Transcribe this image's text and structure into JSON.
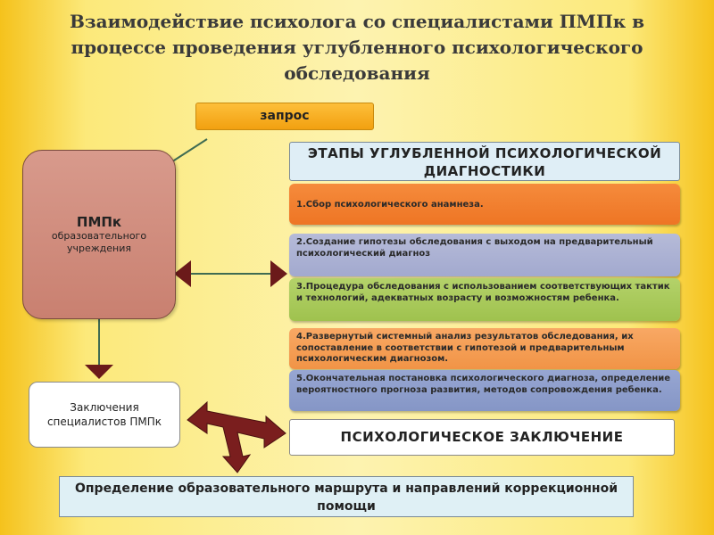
{
  "title": "Взаимодействие психолога со специалистами ПМПк в процессе проведения углубленного психологического обследования",
  "request": "запрос",
  "pmpk": {
    "name": "ПМПк",
    "subtitle": "образовательного учреждения"
  },
  "stages_header": "ЭТАПЫ УГЛУБЛЕННОЙ ПСИХОЛОГИЧЕСКОЙ ДИАГНОСТИКИ",
  "stages": [
    "1.Сбор психологического анамнеза.",
    "2.Создание гипотезы обследования с выходом на предварительный психологический диагноз",
    "3.Процедура обследования с использованием соответствующих тактик и технологий, адекватных возрасту и возможностям ребенка.",
    "4.Развернутый системный анализ результатов обследования, их сопоставление в соответствии с гипотезой и предварительным психологическим диагнозом.",
    "5.Окончательная постановка психологического диагноза, определение вероятностного прогноза развития, методов сопровождения ребенка."
  ],
  "specialists_conclusion": "Заключения специалистов ПМПк",
  "psychological_conclusion": "ПСИХОЛОГИЧЕСКОЕ ЗАКЛЮЧЕНИЕ",
  "route": "Определение образовательного маршрута и направлений коррекционной помощи",
  "colors": {
    "arrow": "#6b1a1a",
    "connector": "#3f6b52",
    "stage1": "#ee7524",
    "stage2": "#a2a9cf",
    "stage3": "#9fc24e",
    "stage4": "#f19446",
    "stage5": "#8596c6"
  }
}
